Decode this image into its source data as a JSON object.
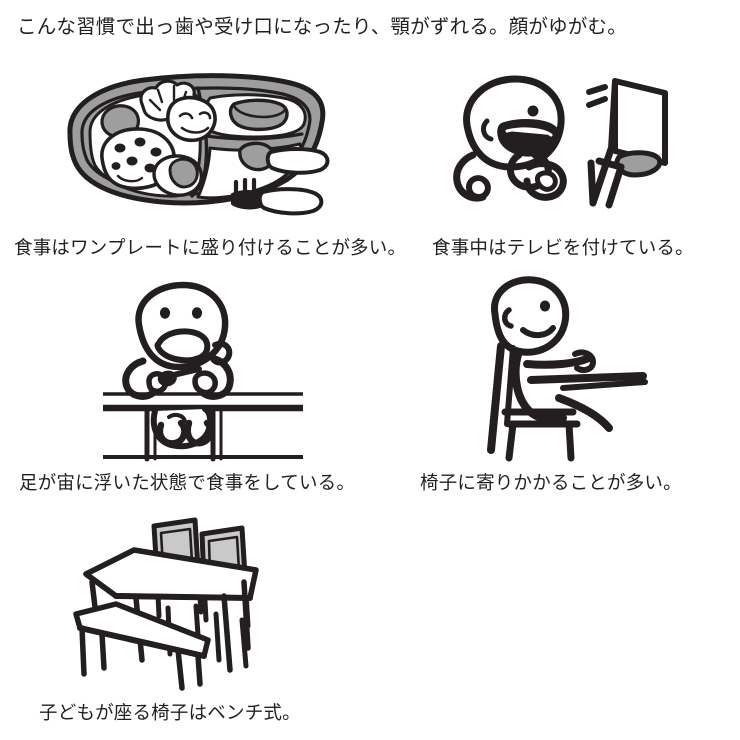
{
  "document": {
    "headline": "こんな習慣で出っ歯や受け口になったり、顎がずれる。顔がゆがむ。",
    "background_color": "#ffffff",
    "ink_color": "#231f20",
    "fill_gray_mid": "#9e9e9e",
    "fill_gray_light": "#c9c9c9"
  },
  "items": [
    {
      "id": "one-plate-meal",
      "caption": "食事はワンプレートに盛り付けることが多い。",
      "illustration": "divided-plate-with-food-and-spoon-fork"
    },
    {
      "id": "tv-while-eating",
      "caption": "食事中はテレビを付けている。",
      "illustration": "child-head-turned-toward-television"
    },
    {
      "id": "feet-dangling",
      "caption": "足が宙に浮いた状態で食事をしている。",
      "illustration": "child-at-table-with-feet-off-floor"
    },
    {
      "id": "leaning-on-chair",
      "caption": "椅子に寄りかかることが多い。",
      "illustration": "person-slouching-back-in-chair-at-table"
    },
    {
      "id": "bench-seating",
      "caption": "子どもが座る椅子はベンチ式。",
      "illustration": "dining-table-with-two-chairs-and-bench"
    }
  ]
}
